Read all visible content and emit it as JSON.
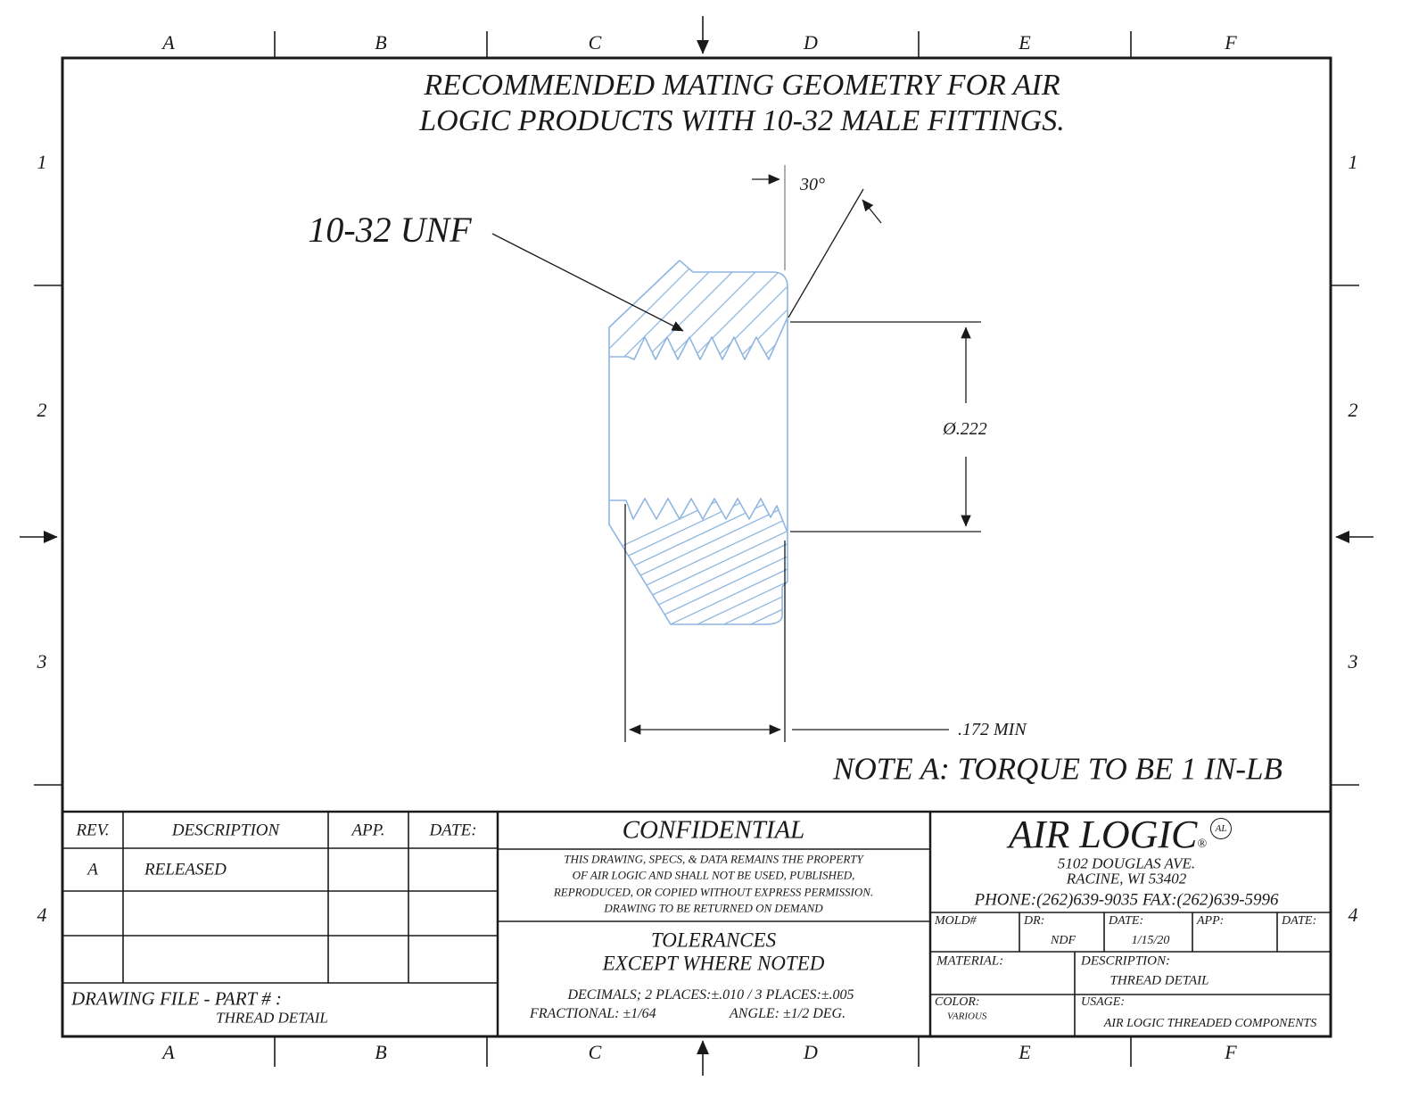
{
  "title": {
    "line1": "RECOMMENDED MATING GEOMETRY FOR AIR",
    "line2": "LOGIC PRODUCTS WITH 10-32 MALE FITTINGS."
  },
  "border": {
    "columns": [
      "A",
      "B",
      "C",
      "D",
      "E",
      "F"
    ],
    "rows": [
      "1",
      "2",
      "3",
      "4"
    ]
  },
  "annotations": {
    "thread_label": "10-32 UNF",
    "angle": "30°",
    "diameter": "Ø.222",
    "depth": ".172 MIN",
    "note": "NOTE A: TORQUE TO BE 1 IN-LB"
  },
  "rev_table": {
    "headers": [
      "REV.",
      "DESCRIPTION",
      "APP.",
      "DATE:"
    ],
    "rows": [
      [
        "A",
        "RELEASED",
        "",
        ""
      ],
      [
        "",
        "",
        "",
        ""
      ],
      [
        "",
        "",
        "",
        ""
      ]
    ]
  },
  "drawing_file": {
    "label": "DRAWING FILE - PART # :",
    "value": "THREAD DETAIL"
  },
  "confidential": {
    "heading": "CONFIDENTIAL",
    "lines": [
      "THIS DRAWING, SPECS, & DATA REMAINS THE PROPERTY",
      "OF AIR LOGIC AND SHALL NOT BE USED, PUBLISHED,",
      "REPRODUCED, OR COPIED WITHOUT EXPRESS PERMISSION.",
      "DRAWING TO BE RETURNED ON DEMAND"
    ]
  },
  "tolerances": {
    "heading": "TOLERANCES",
    "subheading": "EXCEPT WHERE NOTED",
    "decimals": "DECIMALS;  2 PLACES:±.010 / 3 PLACES:±.005",
    "fractional": "FRACTIONAL:  ±1/64",
    "angle": "ANGLE:  ±1/2 DEG."
  },
  "company": {
    "name": "AIR LOGIC",
    "reg": "®",
    "logo": "AL",
    "address1": "5102 DOUGLAS AVE.",
    "address2": "RACINE, WI 53402",
    "phone": "PHONE:(262)639-9035  FAX:(262)639-5996"
  },
  "info": {
    "mold_label": "MOLD#",
    "dr_label": "DR:",
    "dr_value": "NDF",
    "date_label": "DATE:",
    "date_value": "1/15/20",
    "app_label": "APP:",
    "date2_label": "DATE:",
    "material_label": "MATERIAL:",
    "description_label": "DESCRIPTION:",
    "description_value": "THREAD DETAIL",
    "color_label": "COLOR:",
    "color_value": "VARIOUS",
    "usage_label": "USAGE:",
    "usage_value": "AIR LOGIC THREADED COMPONENTS"
  },
  "colors": {
    "part_blue": "#8fb6e0",
    "line_black": "#1a1a1a",
    "centerline_gray": "#9a9a9a"
  }
}
